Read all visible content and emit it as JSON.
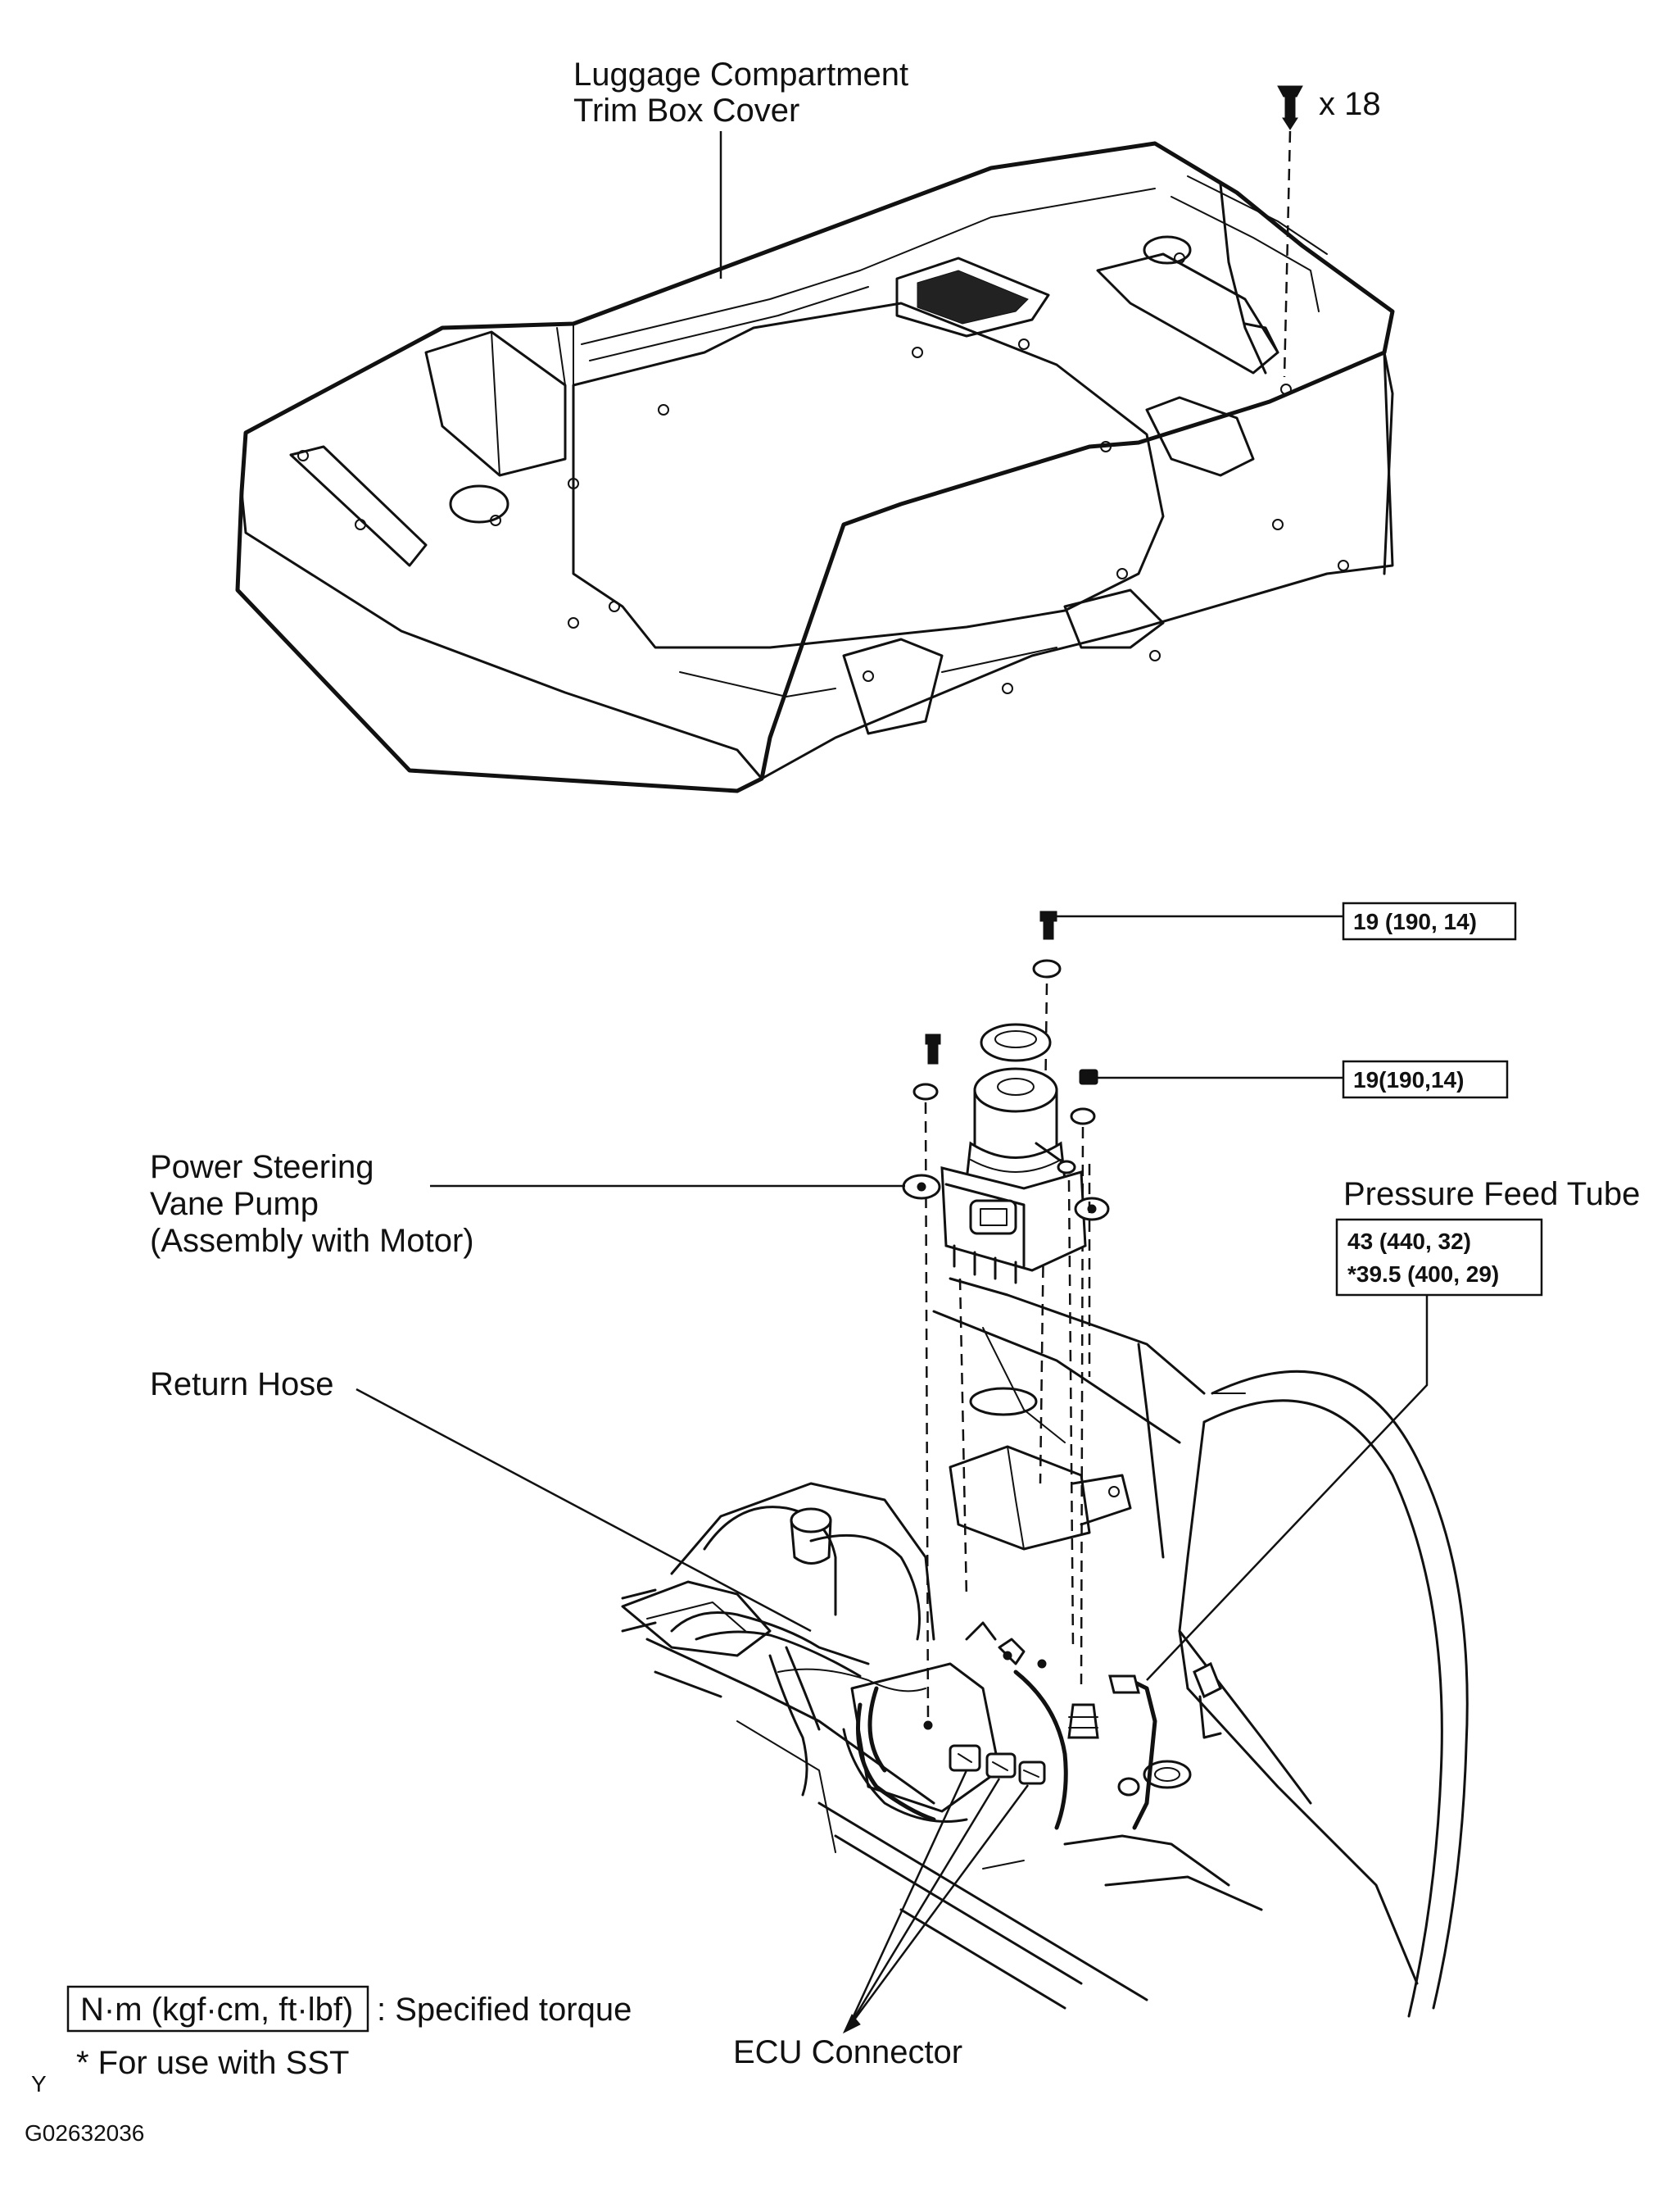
{
  "labels": {
    "trim_cover_line1": "Luggage Compartment",
    "trim_cover_line2": "Trim Box Cover",
    "clip_qty": "x 18",
    "torque_bolt": "19 (190, 14)",
    "torque_nut": "19(190,14)",
    "pump_line1": "Power Steering",
    "pump_line2": "Vane Pump",
    "pump_line3": "(Assembly with Motor)",
    "pressure_feed_tube": "Pressure Feed Tube",
    "pft_torque_line1": "43 (440, 32)",
    "pft_torque_line2": "*39.5 (400, 29)",
    "return_hose": "Return Hose",
    "ecu_connector": "ECU Connector"
  },
  "legend": {
    "unit_box": "N·m (kgf·cm, ft·lbf)",
    "unit_desc": ": Specified torque",
    "sst_note": "* For use with SST",
    "corner_mark": "Y",
    "figure_code": "G02632036"
  }
}
